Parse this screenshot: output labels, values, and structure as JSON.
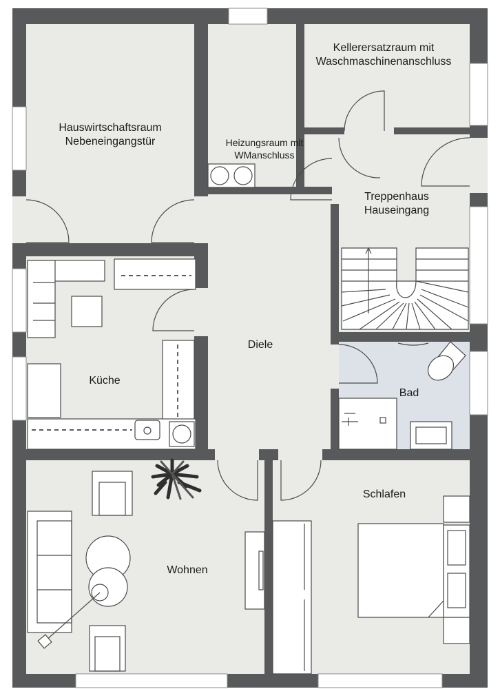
{
  "rooms": {
    "hauswirtschaft": {
      "line1": "Hauswirtschaftsraum",
      "line2": "Nebeneingangstür"
    },
    "heizung": {
      "line1": "Heizungsraum mit",
      "line2": "WManschluss"
    },
    "keller": {
      "line1": "Kellerersatzraum mit",
      "line2": "Waschmaschinenanschluss"
    },
    "treppenhaus": {
      "line1": "Treppenhaus",
      "line2": "Hauseingang"
    },
    "kueche": {
      "name": "Küche"
    },
    "diele": {
      "name": "Diele"
    },
    "bad": {
      "name": "Bad"
    },
    "wohnen": {
      "name": "Wohnen"
    },
    "schlafen": {
      "name": "Schlafen"
    }
  },
  "colors": {
    "wall": "#58595b",
    "floor": "#eaebe6",
    "bath_floor": "#dde1e8"
  }
}
